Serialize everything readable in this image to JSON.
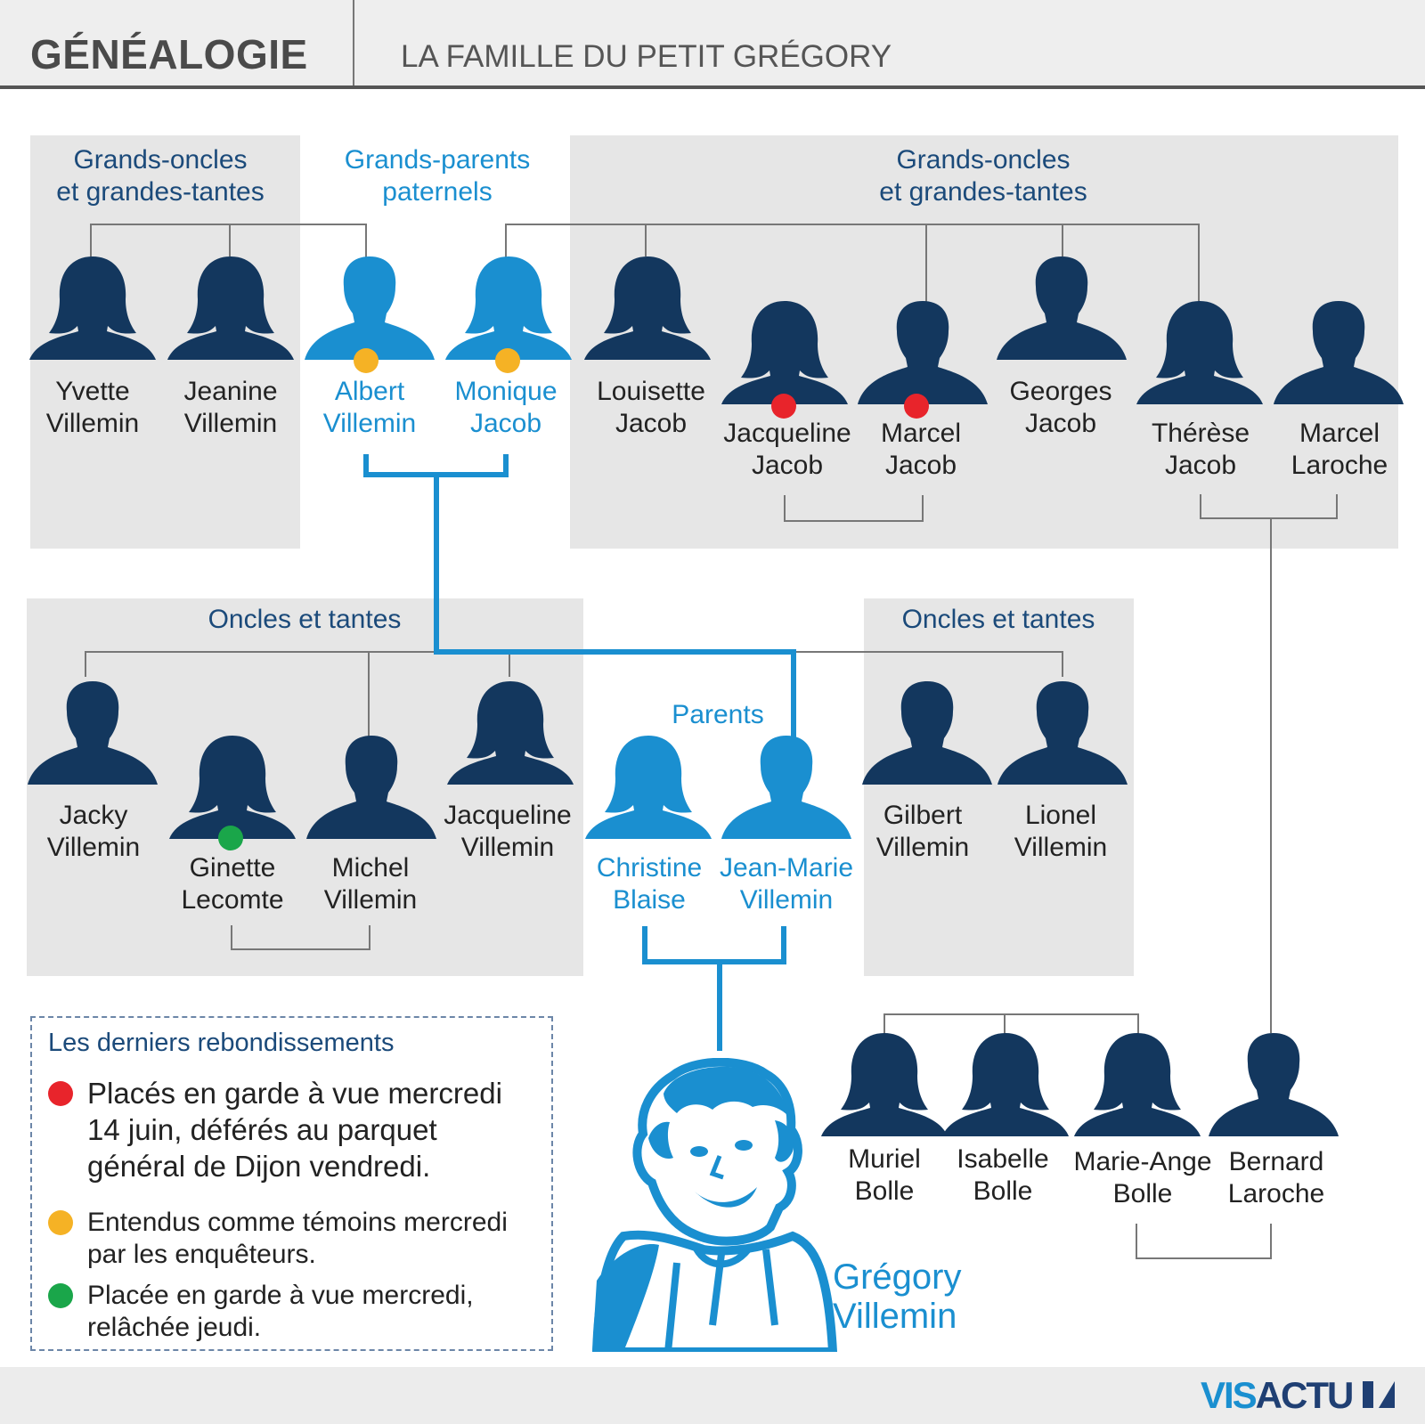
{
  "header": {
    "title": "GÉNÉALOGIE",
    "subtitle": "LA FAMILLE DU PETIT GRÉGORY"
  },
  "colors": {
    "dark_silhouette": "#13375e",
    "light_silhouette": "#1a8fd0",
    "red": "#e8242b",
    "yellow": "#f5b225",
    "green": "#1aa64a"
  },
  "groups": {
    "grands_oncles_left": [
      "Grands-oncles",
      "et grandes-tantes"
    ],
    "grands_parents": [
      "Grands-parents",
      "paternels"
    ],
    "grands_oncles_right": [
      "Grands-oncles",
      "et grandes-tantes"
    ],
    "oncles_left": "Oncles et tantes",
    "oncles_right": "Oncles et tantes",
    "parents": "Parents"
  },
  "people": {
    "yvette": [
      "Yvette",
      "Villemin"
    ],
    "jeanine": [
      "Jeanine",
      "Villemin"
    ],
    "albert": [
      "Albert",
      "Villemin"
    ],
    "monique": [
      "Monique",
      "Jacob"
    ],
    "louisette": [
      "Louisette",
      "Jacob"
    ],
    "jacqueline_j": [
      "Jacqueline",
      "Jacob"
    ],
    "marcel_j": [
      "Marcel",
      "Jacob"
    ],
    "georges": [
      "Georges",
      "Jacob"
    ],
    "therese": [
      "Thérèse",
      "Jacob"
    ],
    "marcel_l": [
      "Marcel",
      "Laroche"
    ],
    "jacky": [
      "Jacky",
      "Villemin"
    ],
    "ginette": [
      "Ginette",
      "Lecomte"
    ],
    "michel": [
      "Michel",
      "Villemin"
    ],
    "jacqueline_v": [
      "Jacqueline",
      "Villemin"
    ],
    "christine": [
      "Christine",
      "Blaise"
    ],
    "jeanmarie": [
      "Jean-Marie",
      "Villemin"
    ],
    "gilbert": [
      "Gilbert",
      "Villemin"
    ],
    "lionel": [
      "Lionel",
      "Villemin"
    ],
    "muriel": [
      "Muriel",
      "Bolle"
    ],
    "isabelle": [
      "Isabelle",
      "Bolle"
    ],
    "marieange": [
      "Marie-Ange",
      "Bolle"
    ],
    "bernard": [
      "Bernard",
      "Laroche"
    ],
    "gregory": [
      "Grégory",
      "Villemin"
    ]
  },
  "legend": {
    "title": "Les derniers rebondissements",
    "items": [
      {
        "color": "red",
        "lines": [
          "Placés en garde à vue mercredi",
          "14 juin, déférés au parquet",
          "général de Dijon vendredi."
        ]
      },
      {
        "color": "yellow",
        "lines": [
          "Entendus comme témoins mercredi",
          "par les enquêteurs."
        ]
      },
      {
        "color": "green",
        "lines": [
          "Placée en garde à vue mercredi,",
          "relâchée jeudi."
        ]
      }
    ]
  },
  "footer": {
    "logo_vis": "VIS",
    "logo_actu": "ACTU"
  }
}
